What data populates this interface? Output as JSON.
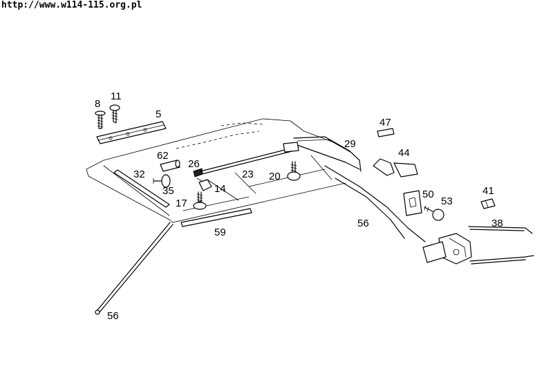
{
  "header": {
    "url": "http://www.w114-115.org.pl"
  },
  "callouts": {
    "c8": "8",
    "c11": "11",
    "c5": "5",
    "c47": "47",
    "c29": "29",
    "c44": "44",
    "c62": "62",
    "c26": "26",
    "c32": "32",
    "c23": "23",
    "c20": "20",
    "c35": "35",
    "c14": "14",
    "c17": "17",
    "c50": "50",
    "c41": "41",
    "c53": "53",
    "c56a": "56",
    "c38": "38",
    "c59": "59",
    "c56b": "56"
  }
}
